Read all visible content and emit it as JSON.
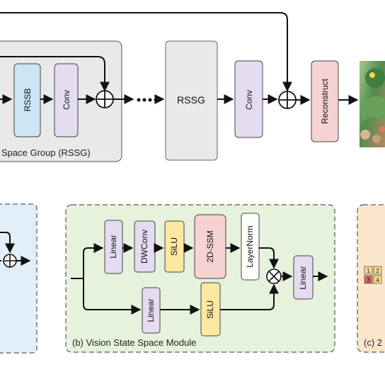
{
  "diagram": {
    "top": {
      "rssb_label": "RSSB",
      "conv1_label": "Conv",
      "group_caption": "Space Group (RSSG)",
      "rssg_label": "RSSG",
      "conv2_label": "Conv",
      "reconstruct_label": "Reconstruct"
    },
    "vssm": {
      "linear_a": "Linear",
      "dwconv": "DWConv",
      "silu_a": "SiLU",
      "ssm": "2D-SSM",
      "layernorm": "LayerNorm",
      "linear_out": "Linear",
      "linear_b": "Linear",
      "silu_b": "SiLU",
      "caption": "(b) Vision State Space Module"
    },
    "scan": {
      "caption": "(c) 2",
      "patches": [
        "1",
        "2",
        "3",
        "4"
      ]
    },
    "colors": {
      "rssb_fill": "#cde6f4",
      "conv_fill": "#e4dcf0",
      "silu_fill": "#fde8a1",
      "reconstruct_fill": "#f6d2d2",
      "panel_a_fill": "#e1eff8",
      "panel_b_fill": "#e6f2dc",
      "panel_c_fill": "#fbe6cc"
    }
  }
}
